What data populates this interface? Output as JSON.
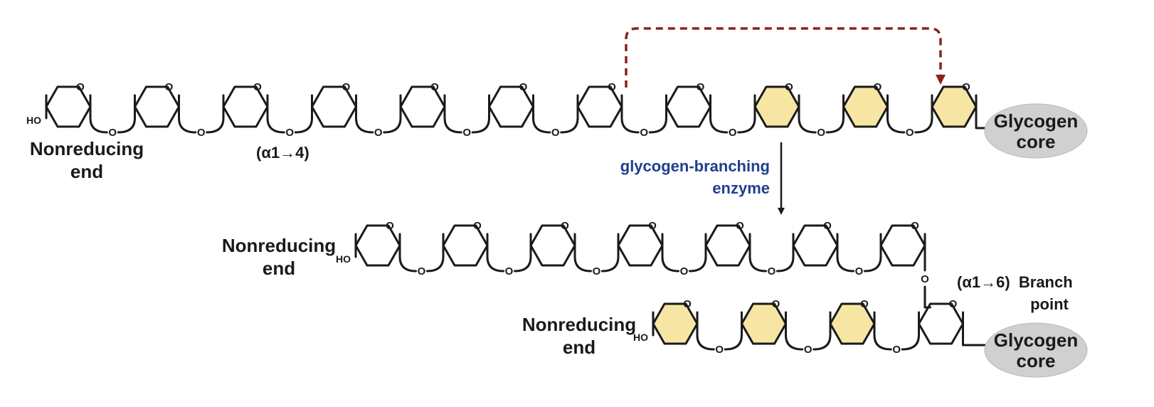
{
  "top_chain": {
    "left_label": [
      "Nonreducing",
      "end"
    ],
    "linkage_label": "(α1→4)",
    "hydroxyl": "HO",
    "highlighted_residues": [
      8,
      9,
      10
    ],
    "residue_count": 11,
    "core_label": [
      "Glycogen",
      "core"
    ]
  },
  "enzyme": [
    "glycogen-branching",
    "enzyme"
  ],
  "middle_chain": {
    "left_label": [
      "Nonreducing",
      "end"
    ],
    "hydroxyl": "HO",
    "residue_count": 7
  },
  "branch_point": [
    "(α1→6)  Branch",
    "point"
  ],
  "bottom_chain": {
    "left_label": [
      "Nonreducing",
      "end"
    ],
    "hydroxyl": "HO",
    "highlighted_residues": [
      1,
      2,
      3
    ],
    "residue_count": 4,
    "core_label": [
      "Glycogen",
      "core"
    ]
  },
  "ring_oxygen": "O",
  "glycosidic_oxygen": "O",
  "colors": {
    "highlight": "#f7e6a3",
    "enzyme_text": "#1f3f8f",
    "transfer_arrow": "#8b2020",
    "core": "#d0d0d0"
  }
}
